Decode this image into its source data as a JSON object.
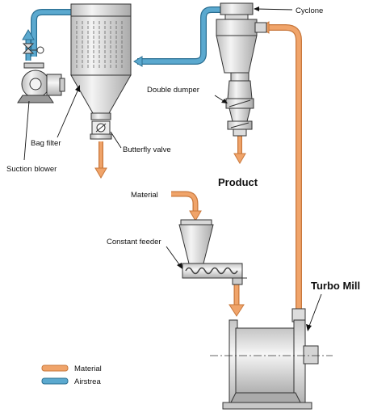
{
  "labels": {
    "cyclone": "Cyclone",
    "double_damper": "Double dumper",
    "bag_filter": "Bag filter",
    "butterfly_valve": "Butterfly valve",
    "suction_blower": "Suction blower",
    "product": "Product",
    "material": "Material",
    "constant_feeder": "Constant feeder",
    "turbo_mill": "Turbo Mill"
  },
  "legend": {
    "items": [
      {
        "label": "Material",
        "color": "#f0a46a"
      },
      {
        "label": "Airstrea",
        "color": "#5ba9cf"
      }
    ]
  },
  "colors": {
    "material": "#f0a46a",
    "airstream": "#5ba9cf",
    "equipment_fill": "#e6e6e6",
    "outline": "#333333"
  }
}
